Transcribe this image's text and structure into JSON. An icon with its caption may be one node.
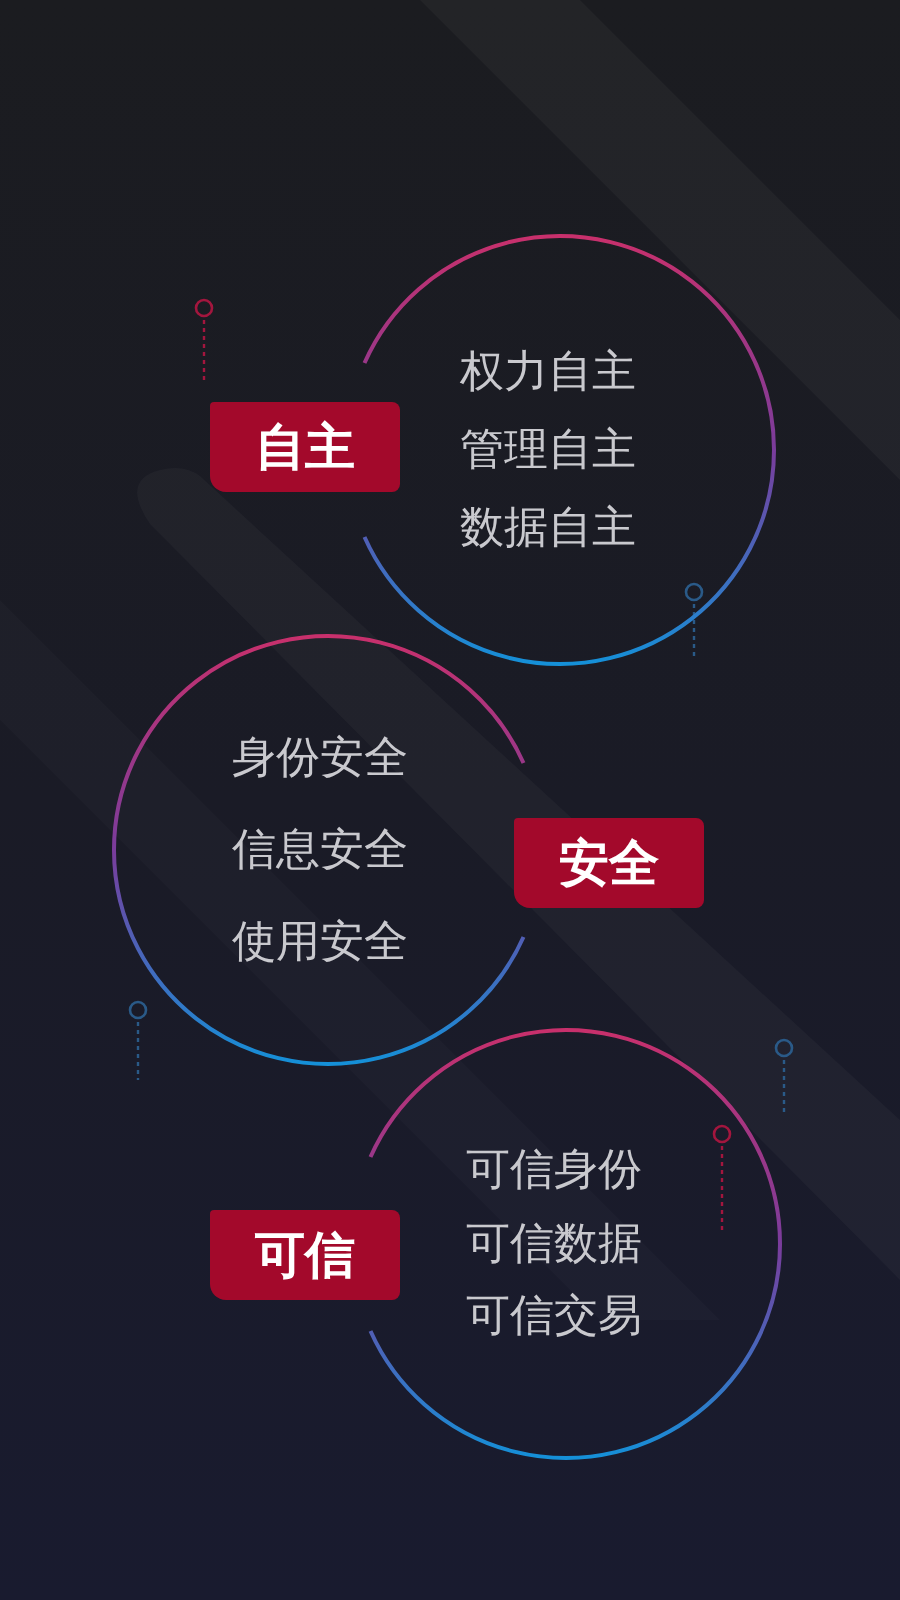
{
  "diagram": {
    "nodes": [
      {
        "text": [
          "权力自主",
          "管理自主",
          "数据自主"
        ]
      },
      {
        "text": [
          "自主"
        ]
      },
      {
        "text": [
          "身份安全",
          "信息安全",
          "使用安全"
        ]
      },
      {
        "text": [
          "安全"
        ]
      },
      {
        "text": [
          "可信身份",
          "可信数据",
          "可信交易"
        ]
      },
      {
        "text": [
          "可信"
        ]
      }
    ]
  }
}
